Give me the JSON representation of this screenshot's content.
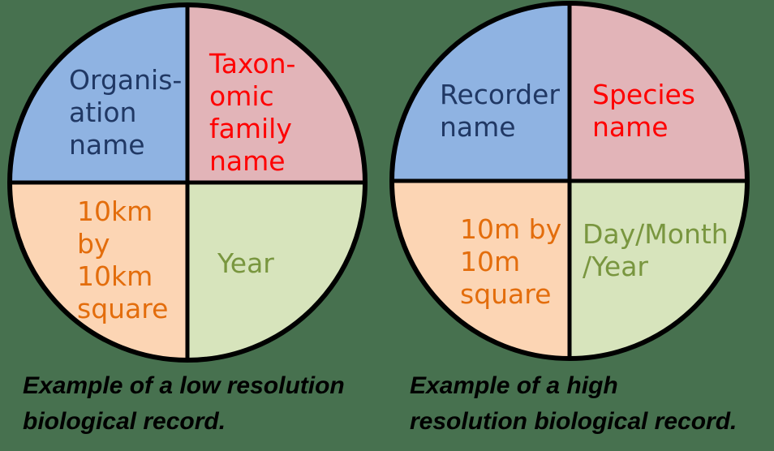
{
  "background_color": "#47714f",
  "outline_color": "#000000",
  "diagrams": [
    {
      "name": "low resolution biological record",
      "caption": "Example of a low resolution\nbiological record.",
      "quadrants": {
        "top_left": {
          "label": "Organis-\nation\nname",
          "fill": "#8fb3e2",
          "text_color": "#203864"
        },
        "top_right": {
          "label": "Taxon-\nomic\nfamily\nname",
          "fill": "#e2b4b8",
          "text_color": "#fe0000"
        },
        "bottom_left": {
          "label": "10km\nby\n10km\nsquare",
          "fill": "#fcd5b4",
          "text_color": "#e36d0c"
        },
        "bottom_right": {
          "label": "Year",
          "fill": "#d7e4bc",
          "text_color": "#79963f"
        }
      }
    },
    {
      "name": "high resolution biological record",
      "caption": "Example of a high\nresolution biological record.",
      "quadrants": {
        "top_left": {
          "label": "Recorder\nname",
          "fill": "#8fb3e2",
          "text_color": "#203864"
        },
        "top_right": {
          "label": "Species\nname",
          "fill": "#e2b4b8",
          "text_color": "#fe0000"
        },
        "bottom_left": {
          "label": "10m by\n10m\nsquare",
          "fill": "#fcd5b4",
          "text_color": "#e36d0c"
        },
        "bottom_right": {
          "label": "Day/Month\n/Year",
          "fill": "#d7e4bc",
          "text_color": "#79963f"
        }
      }
    }
  ]
}
